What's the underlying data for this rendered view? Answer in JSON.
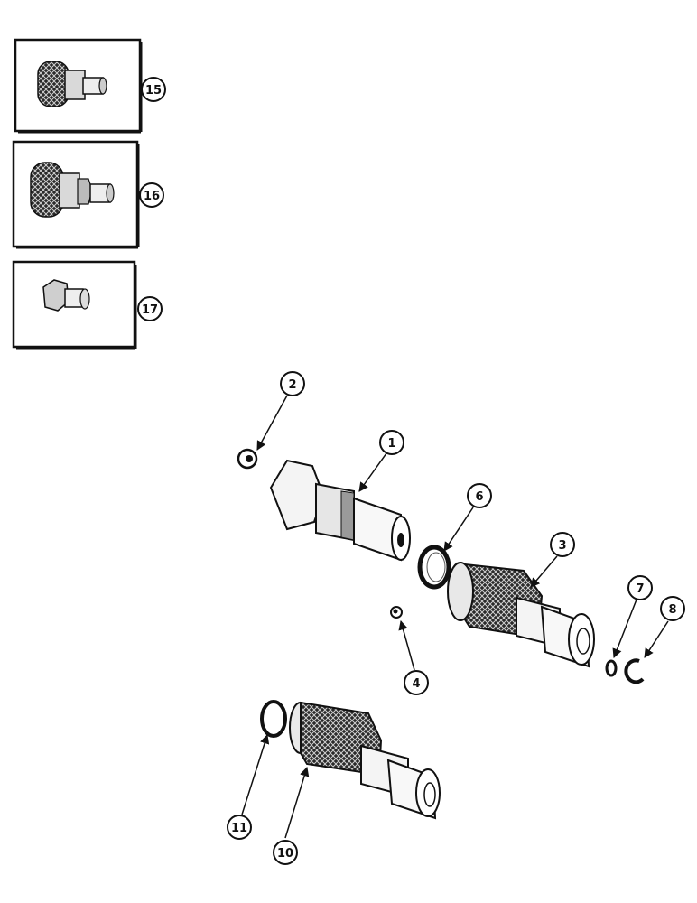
{
  "diagram": {
    "callouts": {
      "c1": "1",
      "c2": "2",
      "c3": "3",
      "c4": "4",
      "c6": "6",
      "c7": "7",
      "c8": "8",
      "c10": "10",
      "c11": "11",
      "c15": "15",
      "c16": "16",
      "c17": "17"
    },
    "parts": [
      {
        "key": "c15",
        "depicts": "coupler-plug-assembly"
      },
      {
        "key": "c16",
        "depicts": "coupler-plug-assembly"
      },
      {
        "key": "c17",
        "depicts": "coupler-plug"
      },
      {
        "key": "c1",
        "depicts": "plug-nipple"
      },
      {
        "key": "c2",
        "depicts": "retaining-ring"
      },
      {
        "key": "c3",
        "depicts": "coupler-body"
      },
      {
        "key": "c4",
        "depicts": "ball"
      },
      {
        "key": "c6",
        "depicts": "o-ring"
      },
      {
        "key": "c7",
        "depicts": "o-ring-small"
      },
      {
        "key": "c8",
        "depicts": "snap-ring"
      },
      {
        "key": "c10",
        "depicts": "coupler-body"
      },
      {
        "key": "c11",
        "depicts": "o-ring"
      }
    ],
    "colors": {
      "ink": "#111111",
      "paper": "#ffffff",
      "shade": "#9a9a9a",
      "dark": "#2a2a2a"
    }
  }
}
